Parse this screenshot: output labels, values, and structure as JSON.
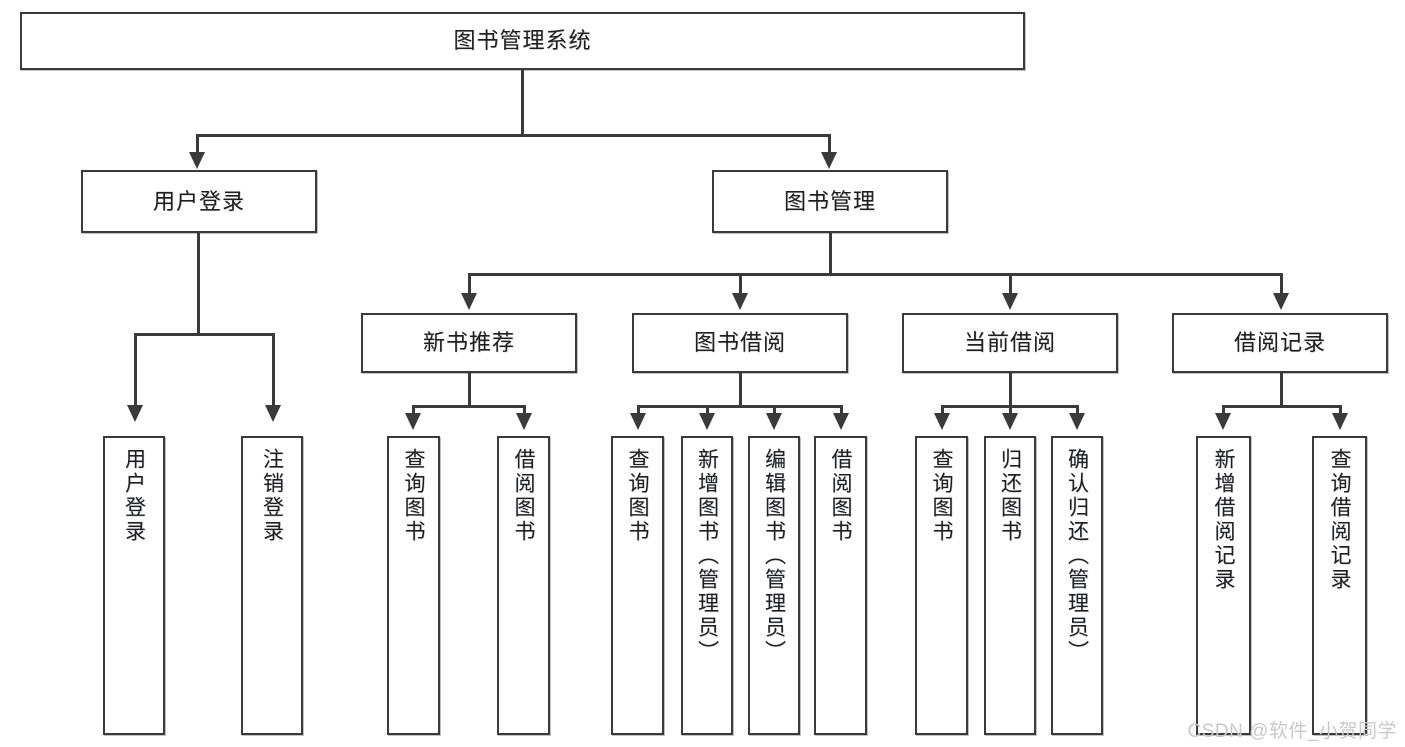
{
  "diagram": {
    "type": "tree",
    "title": "图书管理系统",
    "root": {
      "label": "图书管理系统"
    },
    "level2": [
      {
        "label": "用户登录"
      },
      {
        "label": "图书管理"
      }
    ],
    "level3": [
      {
        "label": "新书推荐"
      },
      {
        "label": "图书借阅"
      },
      {
        "label": "当前借阅"
      },
      {
        "label": "借阅记录"
      }
    ],
    "leaves": {
      "user_login": [
        {
          "label": "用户登录"
        },
        {
          "label": "注销登录"
        }
      ],
      "new_book_recommend": [
        {
          "label": "查询图书"
        },
        {
          "label": "借阅图书"
        }
      ],
      "book_borrow": [
        {
          "label": "查询图书"
        },
        {
          "label": "新增图书（管理员）"
        },
        {
          "label": "编辑图书（管理员）"
        },
        {
          "label": "借阅图书"
        }
      ],
      "current_borrow": [
        {
          "label": "查询图书"
        },
        {
          "label": "归还图书"
        },
        {
          "label": "确认归还（管理员）"
        }
      ],
      "borrow_record": [
        {
          "label": "新增借阅记录"
        },
        {
          "label": "查询借阅记录"
        }
      ]
    }
  },
  "watermark": {
    "text": "CSDN @软件_小贺同学"
  },
  "colors": {
    "line": "#3a3a3a",
    "box_fill": "#ffffff",
    "text": "#1f1f1f",
    "watermark": "#c9c9c9",
    "background": "#ffffff"
  }
}
